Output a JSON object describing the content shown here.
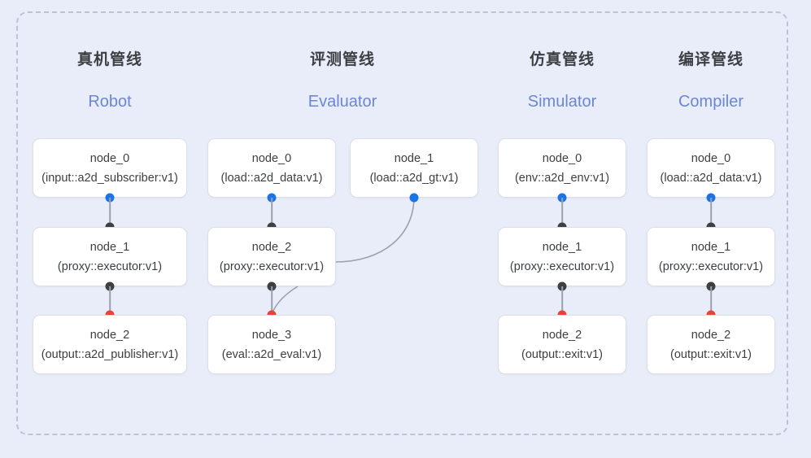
{
  "diagram": {
    "title_cn_note": "",
    "frame": {
      "style": "dashed-rounded",
      "border_color": "#bcc3d4",
      "background": "#e9edf9"
    },
    "colors": {
      "background": "#e9edf9",
      "frame_border": "#bcc3d4",
      "node_fill": "#ffffff",
      "node_border": "#dcdfe6",
      "title_cn": "#3c4043",
      "title_en": "#6b86d6",
      "dot_output": "#1a73e8",
      "dot_input": "#3c4043",
      "dot_terminal": "#ea4335",
      "edge": "#9aa0ac"
    },
    "columns": [
      {
        "key": "robot",
        "title_cn": "真机管线",
        "title_en": "Robot",
        "nodes": [
          {
            "id": "node_0",
            "type": "(input::a2d_subscriber:v1)"
          },
          {
            "id": "node_1",
            "type": "(proxy::executor:v1)"
          },
          {
            "id": "node_2",
            "type": "(output::a2d_publisher:v1)"
          }
        ]
      },
      {
        "key": "evaluator",
        "title_cn": "评测管线",
        "title_en": "Evaluator",
        "nodes": [
          {
            "id": "node_0",
            "type": "(load::a2d_data:v1)"
          },
          {
            "id": "node_1",
            "type": "(load::a2d_gt:v1)"
          },
          {
            "id": "node_2",
            "type": "(proxy::executor:v1)"
          },
          {
            "id": "node_3",
            "type": "(eval::a2d_eval:v1)"
          }
        ]
      },
      {
        "key": "simulator",
        "title_cn": "仿真管线",
        "title_en": "Simulator",
        "nodes": [
          {
            "id": "node_0",
            "type": "(env::a2d_env:v1)"
          },
          {
            "id": "node_1",
            "type": "(proxy::executor:v1)"
          },
          {
            "id": "node_2",
            "type": "(output::exit:v1)"
          }
        ]
      },
      {
        "key": "compiler",
        "title_cn": "编译管线",
        "title_en": "Compiler",
        "nodes": [
          {
            "id": "node_0",
            "type": "(load::a2d_data:v1)"
          },
          {
            "id": "node_1",
            "type": "(proxy::executor:v1)"
          },
          {
            "id": "node_2",
            "type": "(output::exit:v1)"
          }
        ]
      }
    ]
  }
}
